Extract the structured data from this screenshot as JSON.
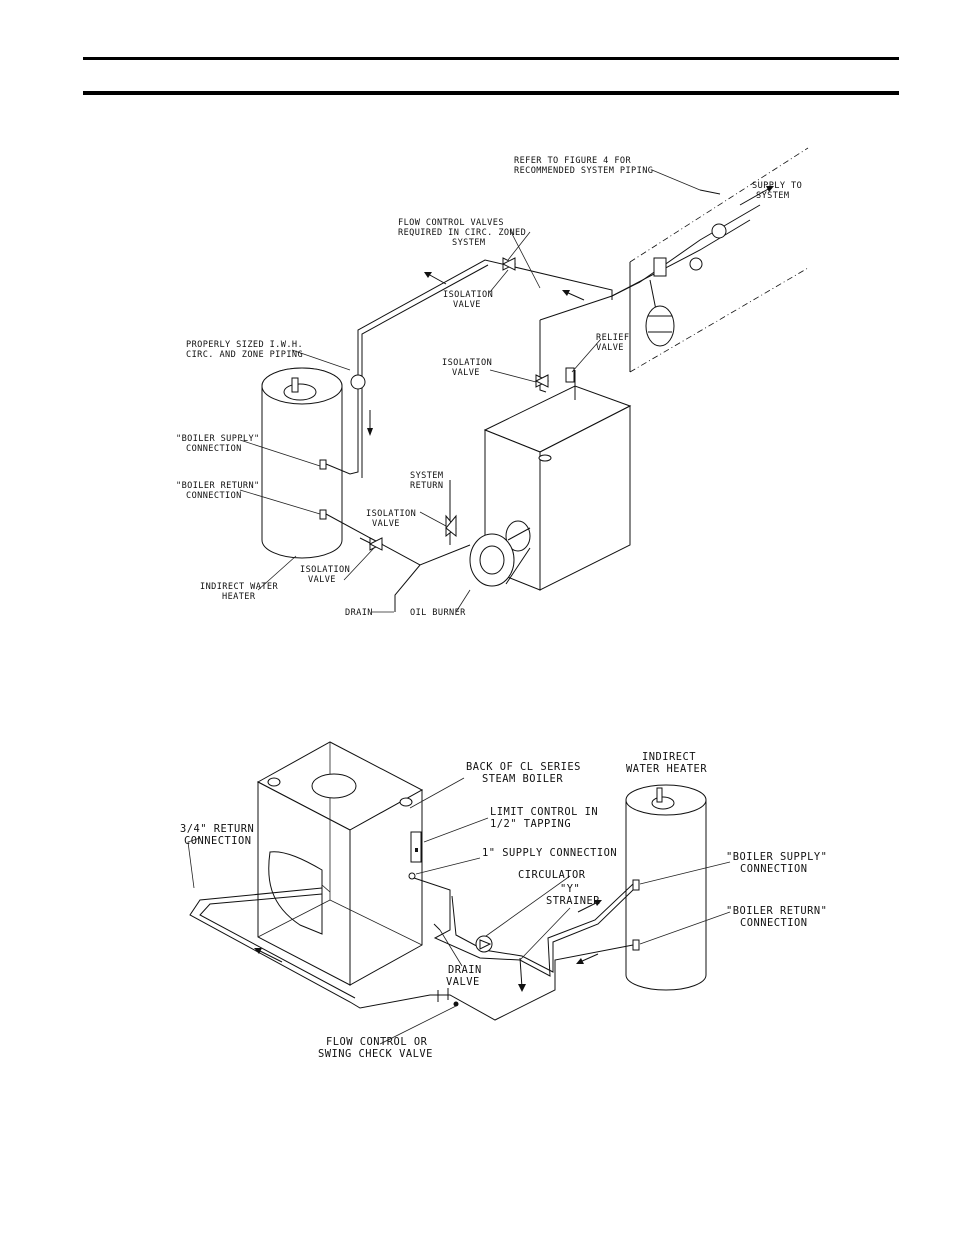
{
  "figure_top": {
    "labels": {
      "refer": [
        "REFER TO FIGURE 4 FOR",
        "RECOMMENDED SYSTEM PIPING"
      ],
      "supply_to_system": [
        "SUPPLY TO",
        "SYSTEM"
      ],
      "flow_control": [
        "FLOW CONTROL VALVES",
        "REQUIRED IN CIRC. ZONED",
        "SYSTEM"
      ],
      "isolation_valve_1": [
        "ISOLATION",
        "VALVE"
      ],
      "properly_sized": [
        "PROPERLY SIZED I.W.H.",
        "CIRC. AND ZONE PIPING"
      ],
      "relief_valve": [
        "RELIEF",
        "VALVE"
      ],
      "isolation_valve_2": [
        "ISOLATION",
        "VALVE"
      ],
      "boiler_supply": [
        "\"BOILER SUPPLY\"",
        "CONNECTION"
      ],
      "system_return": [
        "SYSTEM",
        "RETURN"
      ],
      "boiler_return": [
        "\"BOILER RETURN\"",
        "CONNECTION"
      ],
      "isolation_valve_3": [
        "ISOLATION",
        "VALVE"
      ],
      "isolation_valve_4": [
        "ISOLATION",
        "VALVE"
      ],
      "indirect_water_heater": [
        "INDIRECT WATER",
        "HEATER"
      ],
      "drain": [
        "DRAIN"
      ],
      "oil_burner": [
        "OIL BURNER"
      ]
    }
  },
  "figure_bottom": {
    "labels": {
      "back_of_cl": [
        "BACK OF CL SERIES",
        "STEAM BOILER"
      ],
      "indirect_water_heater": [
        "INDIRECT",
        "WATER HEATER"
      ],
      "limit_control": [
        "LIMIT CONTROL IN",
        "1/2\" TAPPING"
      ],
      "return_connection": [
        "3/4\" RETURN",
        "CONNECTION"
      ],
      "supply_connection": [
        "1\" SUPPLY CONNECTION"
      ],
      "circulator": [
        "CIRCULATOR"
      ],
      "y_strainer": [
        "\"Y\"",
        "STRAINER"
      ],
      "boiler_supply": [
        "\"BOILER SUPPLY\"",
        "CONNECTION"
      ],
      "boiler_return": [
        "\"BOILER RETURN\"",
        "CONNECTION"
      ],
      "drain_valve": [
        "DRAIN",
        "VALVE"
      ],
      "flow_control_swing": [
        "FLOW CONTROL OR",
        "SWING CHECK VALVE"
      ]
    }
  }
}
